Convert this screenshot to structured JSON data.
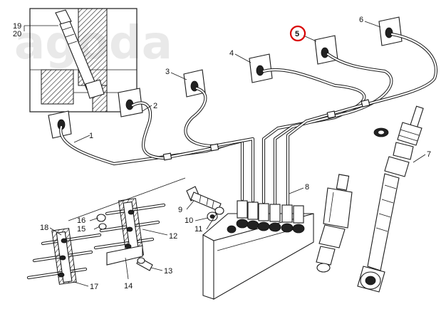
{
  "watermark": "agoda",
  "callouts": {
    "c1": "1",
    "c2": "2",
    "c3": "3",
    "c4": "4",
    "c5": "5",
    "c6": "6",
    "c7": "7",
    "c8": "8",
    "c9": "9",
    "c10": "10",
    "c11": "11",
    "c12": "12",
    "c13": "13",
    "c14": "14",
    "c15": "15",
    "c16": "16",
    "c17": "17",
    "c18": "18",
    "c19": "19",
    "c20": "20"
  },
  "highlight": {
    "label": "5",
    "color": "#d90000"
  },
  "colors": {
    "ink": "#1a1a1a",
    "background": "#ffffff",
    "hatch": "#1a1a1a"
  }
}
